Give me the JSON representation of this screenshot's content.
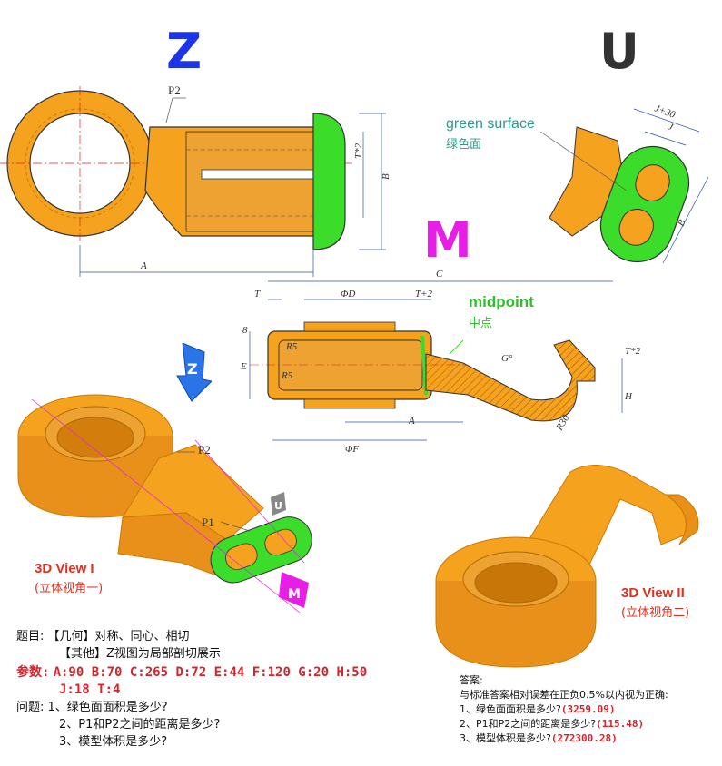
{
  "views": {
    "z_label": "Z",
    "u_label": "U",
    "m_label": "M",
    "green_surface_en": "green surface",
    "green_surface_zh": "绿色面",
    "midpoint_en": "midpoint",
    "midpoint_zh": "中点",
    "view1_title": "3D View I",
    "view1_sub": "(立体视角一)",
    "view2_title": "3D View II",
    "view2_sub": "(立体视角二)"
  },
  "dimensions": {
    "p1": "P1",
    "p2": "P2",
    "A": "A",
    "B": "B",
    "C": "C",
    "D": "ΦD",
    "E": "E",
    "F": "ΦF",
    "G": "G°",
    "H": "H",
    "J": "J",
    "J30": "J+30",
    "T": "T",
    "T2": "T+2",
    "Tx2": "T*2",
    "R5a": "R5",
    "R5b": "R5",
    "R30": "R30",
    "eight": "8"
  },
  "problem": {
    "title_prefix": "题目:",
    "topic1": "【几何】对称、同心、相切",
    "topic2": "【其他】Z视图为局部剖切展示",
    "params_label": "参数:",
    "params_line1": "A:90 B:70 C:265 D:72 E:44 F:120 G:20 H:50",
    "params_line2": "J:18 T:4",
    "questions_label": "问题:",
    "q1": "1、绿色面面积是多少?",
    "q2": "2、P1和P2之间的距离是多少?",
    "q3": "3、模型体积是多少?"
  },
  "answers": {
    "label": "答案:",
    "note": "与标准答案相对误差在正负0.5%以内视为正确:",
    "a1_text": "1、绿色面面积是多少?",
    "a1_val": "(3259.09)",
    "a2_text": "2、P1和P2之间的距离是多少?",
    "a2_val": "(115.48)",
    "a3_text": "3、模型体积是多少?",
    "a3_val": "(272300.28)"
  },
  "colors": {
    "orange": "#f5a21e",
    "orange_dark": "#d9820a",
    "green": "#3bdc2a",
    "blue_letter": "#1d35e8",
    "magenta_letter": "#e61ee6",
    "red_text": "#d6242b",
    "dim_line": "#2b4fa8"
  }
}
